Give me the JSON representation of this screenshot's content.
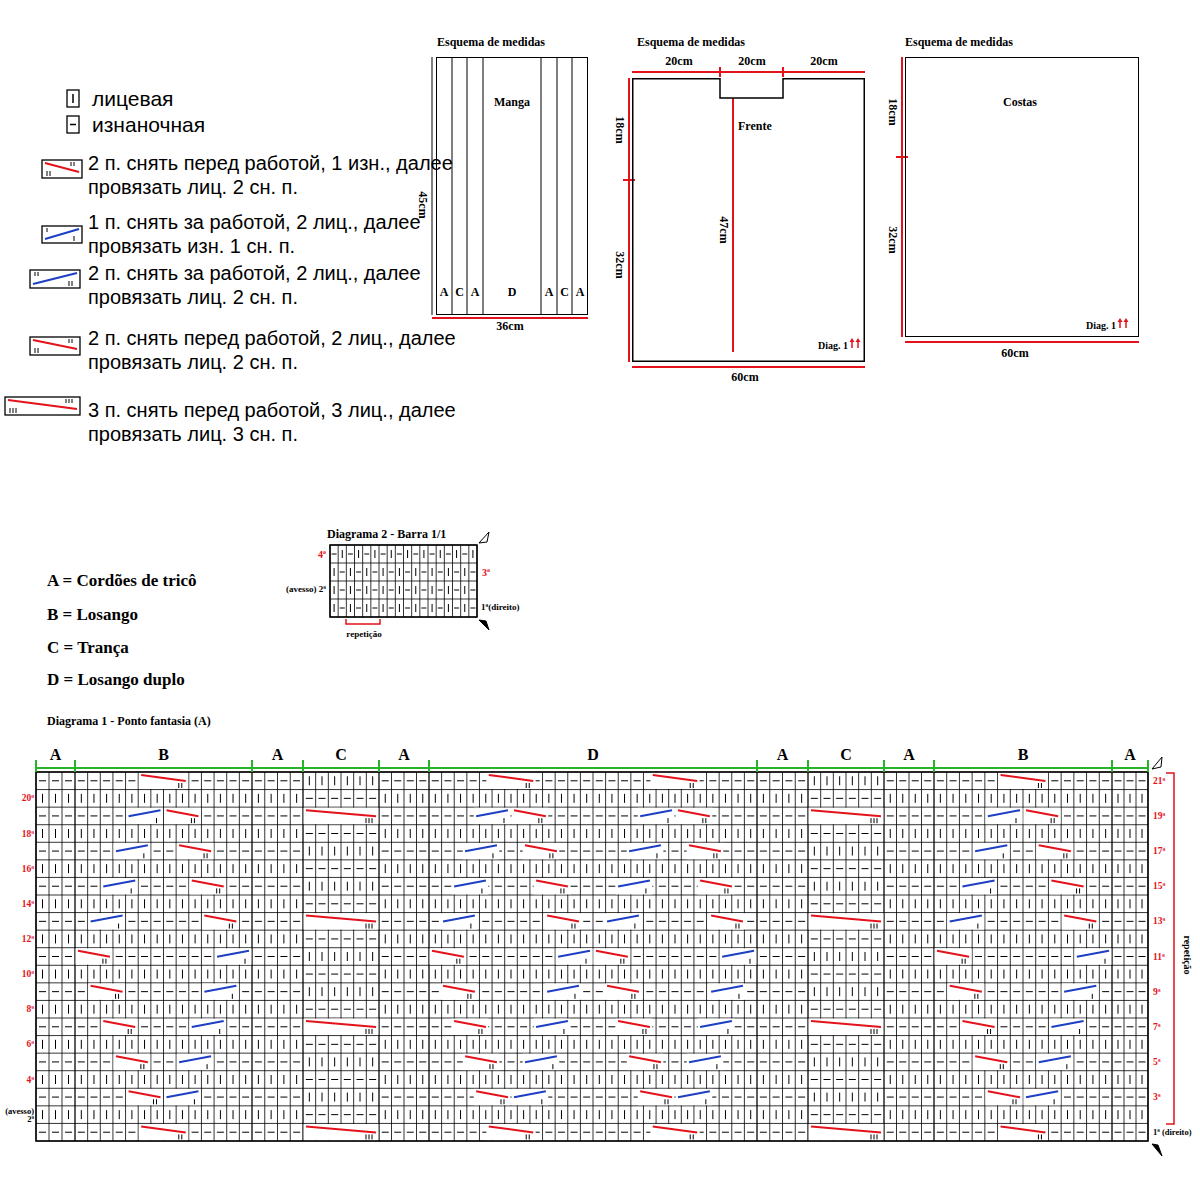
{
  "diagram": {
    "nodes": [
      {
        "text": [
          "Manga",
          "A",
          "C",
          "A",
          "D",
          "A",
          "C",
          "A"
        ]
      },
      {
        "text": [
          "Frente",
          "47cm",
          "Diag. 1"
        ]
      },
      {
        "text": [
          "Costas",
          "Diag. 1"
        ]
      }
    ],
    "labels": [
      "Esquema de medidas",
      "45cm",
      "36cm",
      "Esquema de medidas",
      "20cm",
      "20cm",
      "20cm",
      "18cm",
      "32cm",
      "60cm",
      "Esquema de medidas",
      "18cm",
      "32cm",
      "60cm",
      "Diagrama 2 - Barra 1/1",
      "4ª",
      "3ª",
      "(avesso) 2ª",
      "1ª(direito)",
      "repetição",
      "A = Cordões de tricô",
      "B = Losango",
      "C = Trança",
      "D = Losango duplo",
      "Diagrama 1 - Ponto fantasia (A)",
      "A",
      "B",
      "A",
      "C",
      "A",
      "D",
      "A",
      "C",
      "A",
      "B",
      "A",
      "20ª",
      "18ª",
      "16ª",
      "14ª",
      "12ª",
      "10ª",
      "8ª",
      "6ª",
      "4ª",
      "(avesso) 2ª",
      "21ª",
      "19ª",
      "17ª",
      "15ª",
      "13ª",
      "11ª",
      "9ª",
      "7ª",
      "5ª",
      "3ª",
      "1ª (direito)",
      "repetição"
    ],
    "legend": [
      {
        "text": "лицевая"
      },
      {
        "text": "изнаночная"
      },
      {
        "text": "2 п. снять перед работой, 1 изн., далее провязать лиц. 2 сн. п."
      },
      {
        "text": "1 п. снять за работой, 2 лиц., далее провязать изн. 1 сн. п."
      },
      {
        "text": "2 п. снять за работой, 2 лиц., далее провязать лиц. 2 сн. п."
      },
      {
        "text": "2 п. снять перед работой, 2 лиц., далее провязать лиц. 2 сн. п."
      },
      {
        "text": "3 п. снять перед работой, 3 лиц., далее провязать лиц. 3 сн. п."
      }
    ]
  }
}
